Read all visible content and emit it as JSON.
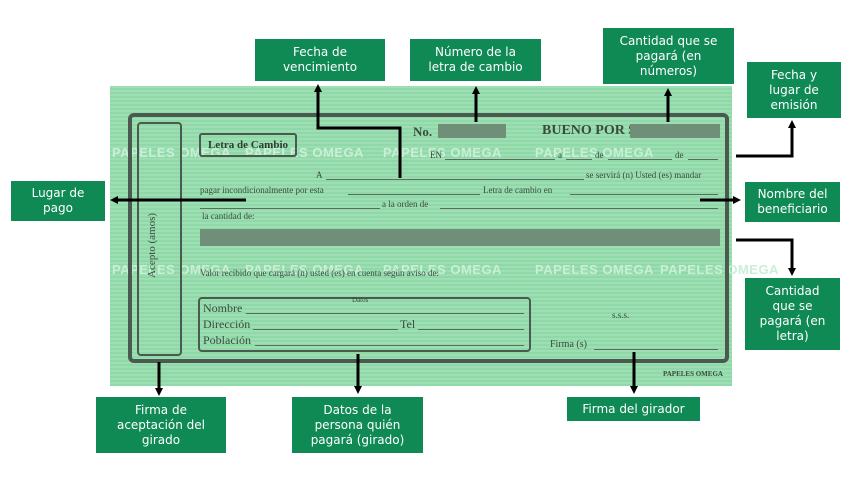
{
  "cheque": {
    "title": "Letra de Cambio",
    "no_label": "No.",
    "bueno_por": "BUENO POR $",
    "watermark": "PAPELES OMEGA",
    "en": "EN",
    "a_word": "a",
    "de_word": "de",
    "de_word2": "de",
    "line_a": "A",
    "se_servira": "se servirá (n) Usted (es) mandar",
    "pagar": "pagar incondicionalmente por esta",
    "letra_en": "Letra de cambio en",
    "a_la_orden": "a la orden de",
    "cantidad": "la cantidad de:",
    "valor": "Valor recibido que cargará (n) usted (es) en cuenta según aviso de:",
    "datos": "Datos",
    "nombre": "Nombre",
    "direccion": "Dirección",
    "tel": "Tel",
    "poblacion": "Población",
    "sss": "s.s.s.",
    "firma": "Firma (s)",
    "acepto": "Acepto (amos)",
    "footer": "PAPELES OMEGA"
  },
  "callouts": {
    "fecha_vencimiento": "Fecha de\nvencimiento",
    "numero_letra": "Número de la\nletra de cambio",
    "cantidad_numeros": "Cantidad que se\npagará (en\nnúmeros)",
    "fecha_lugar": "Fecha y\nlugar de\nemisión",
    "lugar_pago": "Lugar de\npago",
    "nombre_beneficiario": "Nombre del\nbeneficiario",
    "cantidad_letra": "Cantidad\nque se\npagará (en\nletra)",
    "firma_aceptacion": "Firma de\naceptación  del\ngirado",
    "datos_persona": "Datos de la\npersona quién\npagará (girado)",
    "firma_girador": "Firma del girador"
  },
  "colors": {
    "callout_bg": "#0f8a55",
    "cheque_green": "#9ddfb3",
    "arrow": "#000000"
  }
}
